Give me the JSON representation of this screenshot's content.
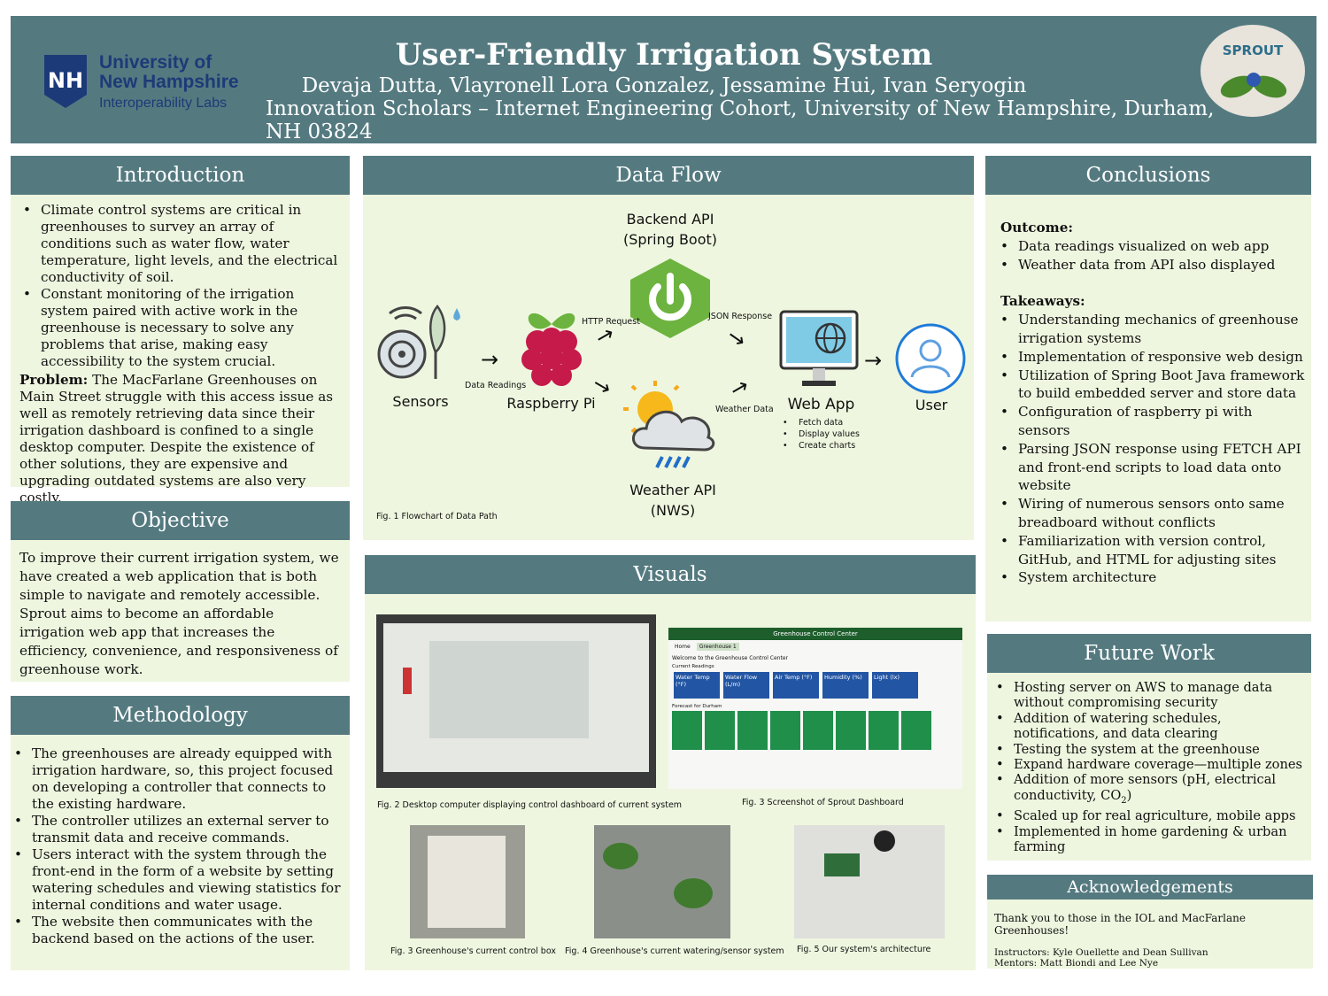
{
  "header": {
    "title": "User-Friendly Irrigation System",
    "authors": "Devaja Dutta, Vlayronell Lora Gonzalez, Jessamine Hui, Ivan Seryogin",
    "affiliation": "Innovation Scholars – Internet Engineering Cohort, University of New Hampshire, Durham, NH 03824",
    "logo_name": "University of New Hampshire",
    "logo_lab": "Interoperability Labs",
    "logo_shield": "NH",
    "sprout_logo": "SPROUT"
  },
  "introduction": {
    "heading": "Introduction",
    "bullets": [
      "Climate control systems are critical in greenhouses to survey an array of conditions such as water flow, water temperature, light levels, and the electrical conductivity of soil.",
      "Constant monitoring of the irrigation system paired with active work in the greenhouse is necessary to solve any problems that arise, making easy accessibility to the system crucial."
    ],
    "problem_label": "Problem:",
    "problem_text": " The MacFarlane Greenhouses on Main Street struggle with this access issue as well as remotely retrieving data since their irrigation dashboard is confined to a single desktop computer. Despite the existence of other solutions, they are expensive and upgrading outdated systems are also very costly."
  },
  "objective": {
    "heading": "Objective",
    "text": "To improve their current irrigation system, we have created a web application that is both simple to navigate and remotely accessible. Sprout aims to become an affordable irrigation web app that increases the efficiency, convenience, and responsiveness of greenhouse work."
  },
  "methodology": {
    "heading": "Methodology",
    "bullets": [
      "The greenhouses are already equipped with irrigation hardware, so, this project focused on developing a controller that connects to the existing hardware.",
      "The controller utilizes an external server to transmit data and receive commands.",
      "Users interact with the system through the front-end in the form of a website by setting watering schedules and viewing statistics for internal conditions and water usage.",
      "The website then communicates with the backend based on the actions of the user."
    ]
  },
  "dataflow": {
    "heading": "Data Flow",
    "backend_l1": "Backend API",
    "backend_l2": "(Spring Boot)",
    "sensors": "Sensors",
    "data_readings": "Data Readings",
    "rpi": "Raspberry Pi",
    "http_request": "HTTP Request",
    "json_response": "JSON Response",
    "weather_data": "Weather Data",
    "webapp": "Web App",
    "webapp_items": [
      "Fetch data",
      "Display values",
      "Create charts"
    ],
    "user": "User",
    "weather_l1": "Weather API",
    "weather_l2": "(NWS)",
    "caption": "Fig. 1 Flowchart of Data Path"
  },
  "visuals": {
    "heading": "Visuals",
    "cap2": "Fig. 2 Desktop computer displaying control dashboard of current system",
    "cap3": "Fig. 3 Screenshot of Sprout Dashboard",
    "cap3b": "Fig. 3 Greenhouse's current control box",
    "cap4": "Fig. 4 Greenhouse's current watering/sensor system",
    "cap5": "Fig. 5 Our system's architecture",
    "dash": {
      "title": "Greenhouse Control Center",
      "tabs": [
        "Home",
        "Greenhouse 1"
      ],
      "welcome": "Welcome to the Greenhouse Control Center",
      "current": "Current Readings",
      "cards": [
        "Water Temp (°F)",
        "Water Flow (L/m)",
        "Air Temp (°F)",
        "Humidity (%)",
        "Light (lx)"
      ],
      "forecast": "Forecast for Durham"
    }
  },
  "conclusions": {
    "heading": "Conclusions",
    "outcome_label": "Outcome:",
    "outcome": [
      "Data readings visualized on web app",
      "Weather data from API also displayed"
    ],
    "takeaways_label": "Takeaways:",
    "takeaways": [
      "Understanding mechanics of greenhouse irrigation systems",
      "Implementation of responsive web design",
      "Utilization of Spring Boot Java framework to build embedded server and store data",
      "Configuration of raspberry pi with sensors",
      "Parsing JSON response using FETCH API and front-end scripts to load data onto website",
      "Wiring of numerous sensors onto same breadboard without conflicts",
      "Familiarization with version control, GitHub, and HTML for adjusting sites",
      "System architecture"
    ]
  },
  "future": {
    "heading": "Future Work",
    "bullets": [
      "Hosting server on AWS to manage data without compromising security",
      "Addition of watering schedules, notifications, and data clearing",
      "Testing the system at the greenhouse",
      "Expand hardware coverage—multiple zones",
      "Addition of more sensors (pH, electrical conductivity, CO",
      "Scaled up for real agriculture, mobile apps",
      "Implemented in home gardening & urban farming"
    ],
    "co2_sub": "2",
    "co2_close": ")"
  },
  "ack": {
    "heading": "Acknowledgements",
    "thanks": "Thank you to those in the IOL and MacFarlane Greenhouses!",
    "instructors": "Instructors: Kyle Ouellette and Dean Sullivan",
    "mentors": "Mentors: Matt Biondi and Lee Nye"
  }
}
